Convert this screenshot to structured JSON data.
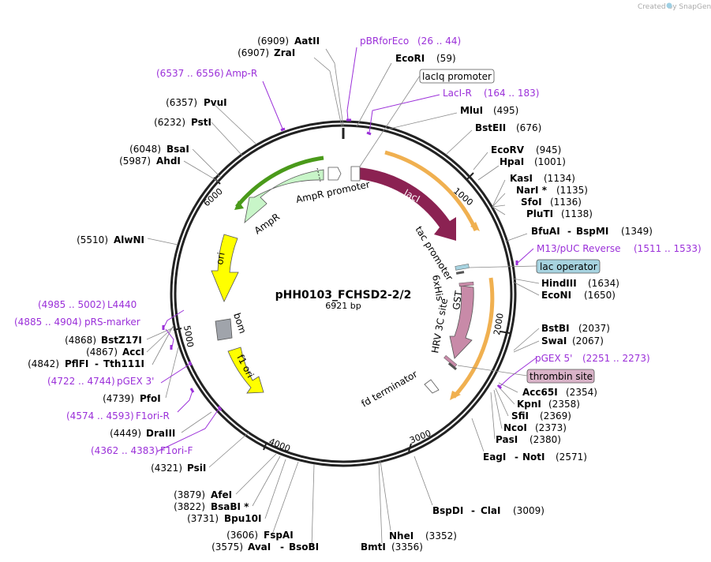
{
  "watermark": "Created by SnapGene",
  "plasmid": {
    "name": "pHH0103_FCHSD2-2/2",
    "size": "6921 bp"
  },
  "ticks": [
    "1000",
    "2000",
    "3000",
    "4000",
    "5000",
    "6000"
  ],
  "enzymes_left": [
    {
      "pos": "(6909)",
      "name": "AatII"
    },
    {
      "pos": "(6907)",
      "name": "ZraI"
    },
    {
      "pos": "(6357)",
      "name": "PvuI"
    },
    {
      "pos": "(6232)",
      "name": "PstI"
    },
    {
      "pos": "(6048)",
      "name": "BsaI"
    },
    {
      "pos": "(5987)",
      "name": "AhdI"
    },
    {
      "pos": "(5510)",
      "name": "AlwNI"
    },
    {
      "pos": "(4868)",
      "name": "BstZ17I"
    },
    {
      "pos": "(4867)",
      "name": "AccI"
    },
    {
      "pos": "(4842)",
      "name": "PflFI",
      "name2": "Tth111I"
    },
    {
      "pos": "(4739)",
      "name": "PfoI"
    },
    {
      "pos": "(4449)",
      "name": "DraIII"
    },
    {
      "pos": "(4321)",
      "name": "PsiI"
    },
    {
      "pos": "(3879)",
      "name": "AfeI"
    },
    {
      "pos": "(3822)",
      "name": "BsaBI *"
    },
    {
      "pos": "(3731)",
      "name": "Bpu10I"
    },
    {
      "pos": "(3606)",
      "name": "FspAI"
    },
    {
      "pos": "(3575)",
      "name": "AvaI",
      "name2": "BsoBI"
    }
  ],
  "enzymes_right": [
    {
      "name": "EcoRI",
      "pos": "(59)"
    },
    {
      "name": "MluI",
      "pos": "(495)"
    },
    {
      "name": "BstEII",
      "pos": "(676)"
    },
    {
      "name": "EcoRV",
      "pos": "(945)"
    },
    {
      "name": "HpaI",
      "pos": "(1001)"
    },
    {
      "name": "KasI",
      "pos": "(1134)"
    },
    {
      "name": "NarI *",
      "pos": "(1135)"
    },
    {
      "name": "SfoI",
      "pos": "(1136)"
    },
    {
      "name": "PluTI",
      "pos": "(1138)"
    },
    {
      "name": "BfuAI",
      "name2": "BspMI",
      "pos": "(1349)"
    },
    {
      "name": "HindIII",
      "pos": "(1634)"
    },
    {
      "name": "EcoNI",
      "pos": "(1650)"
    },
    {
      "name": "BstBI",
      "pos": "(2037)"
    },
    {
      "name": "SwaI",
      "pos": "(2067)"
    },
    {
      "name": "Acc65I",
      "pos": "(2354)"
    },
    {
      "name": "KpnI",
      "pos": "(2358)"
    },
    {
      "name": "SfiI",
      "pos": "(2369)"
    },
    {
      "name": "NcoI",
      "pos": "(2373)"
    },
    {
      "name": "PasI",
      "pos": "(2380)"
    },
    {
      "name": "EagI",
      "name2": "NotI",
      "pos": "(2571)"
    },
    {
      "name": "BspDI",
      "name2": "ClaI",
      "pos": "(3009)"
    },
    {
      "name": "NheI",
      "pos": "(3352)"
    },
    {
      "name": "BmtI",
      "pos": "(3356)"
    }
  ],
  "primers": [
    {
      "name": "pBRforEco",
      "range": "(26 .. 44)"
    },
    {
      "name": "Amp-R",
      "range": "(6537 .. 6556)"
    },
    {
      "name": "LacI-R",
      "range": "(164 .. 183)"
    },
    {
      "name": "M13/pUC Reverse",
      "range": "(1511 .. 1533)"
    },
    {
      "name": "pGEX 5'",
      "range": "(2251 .. 2273)"
    },
    {
      "name": "L4440",
      "range": "(4985 .. 5002)"
    },
    {
      "name": "pRS-marker",
      "range": "(4885 .. 4904)"
    },
    {
      "name": "pGEX 3'",
      "range": "(4722 .. 4744)"
    },
    {
      "name": "F1ori-R",
      "range": "(4574 .. 4593)"
    },
    {
      "name": "F1ori-F",
      "range": "(4362 .. 4383)"
    }
  ],
  "boxed_features": [
    {
      "name": "lacIq promoter",
      "color": "#ffffff"
    },
    {
      "name": "lac operator",
      "color": "#a7d3e0"
    },
    {
      "name": "thrombin site",
      "color": "#d9b3c8"
    }
  ],
  "features": {
    "laci": "lacI",
    "ampr": "AmpR",
    "ampr_promoter": "AmpR promoter",
    "ori": "ori",
    "bom": "bom",
    "f1ori": "f1 ori",
    "tac": "tac promoter",
    "his": "6xHis",
    "hrv": "HRV 3C site",
    "gst": "GST",
    "fd": "fd terminator"
  },
  "colors": {
    "laci": "#8b2252",
    "ampr": "#c8f5c8",
    "ori": "#ffff00",
    "gst": "#c88aa8",
    "bom": "#a0a4ab",
    "orf": "#f0b050",
    "orf_green": "#4a9a1a",
    "primer": "#9b30d9",
    "backbone": "#222222"
  }
}
